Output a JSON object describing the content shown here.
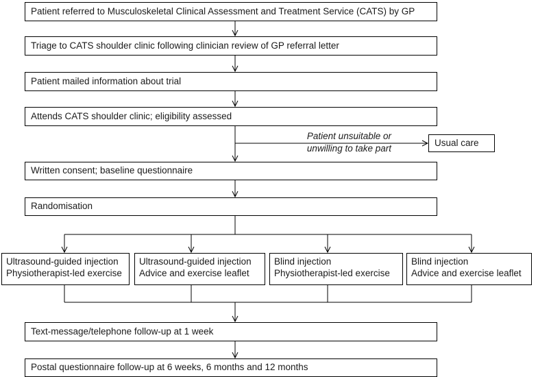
{
  "steps": [
    "Patient referred to Musculoskeletal Clinical Assessment and Treatment Service (CATS) by GP",
    "Triage to CATS shoulder clinic following clinician review of  GP referral letter",
    "Patient mailed information about trial",
    "Attends CATS shoulder clinic; eligibility assessed",
    "Written consent; baseline questionnaire",
    "Randomisation"
  ],
  "exclusion": {
    "note_line1": "Patient unsuitable or",
    "note_line2": "unwilling to take part",
    "box": "Usual care"
  },
  "arms": [
    {
      "line1": "Ultrasound-guided injection",
      "line2": "Physiotherapist-led exercise"
    },
    {
      "line1": "Ultrasound-guided injection",
      "line2": "Advice and exercise leaflet"
    },
    {
      "line1": "Blind injection",
      "line2": "Physiotherapist-led exercise"
    },
    {
      "line1": "Blind injection",
      "line2": "Advice and exercise leaflet"
    }
  ],
  "followups": [
    "Text-message/telephone follow-up at 1 week",
    "Postal questionnaire follow-up at 6 weeks, 6 months and 12 months"
  ]
}
